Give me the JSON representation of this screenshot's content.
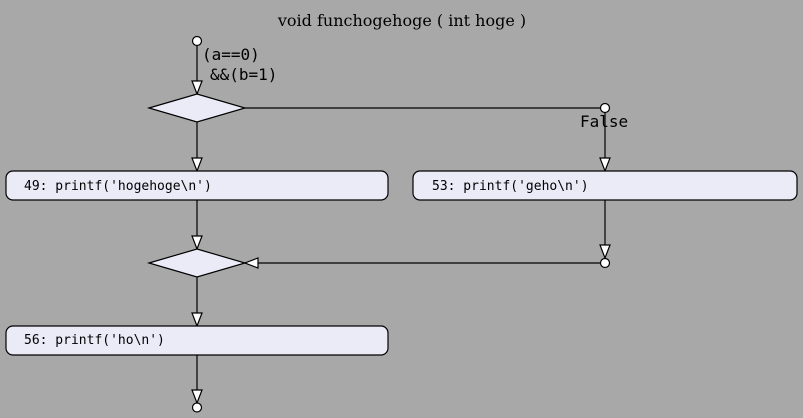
{
  "diagram": {
    "title": "void funchogehoge ( int hoge )",
    "condition": {
      "line1": "(a==0)",
      "line2": "&&(b=1)"
    },
    "false_label": "False",
    "statements": [
      {
        "text": "49: printf('hogehoge\\n')"
      },
      {
        "text": "53: printf('geho\\n')"
      },
      {
        "text": "56: printf('ho\\n')"
      }
    ],
    "colors": {
      "background": "#a8a8a8",
      "node_fill": "#ebebf8",
      "stroke": "#000000"
    }
  }
}
